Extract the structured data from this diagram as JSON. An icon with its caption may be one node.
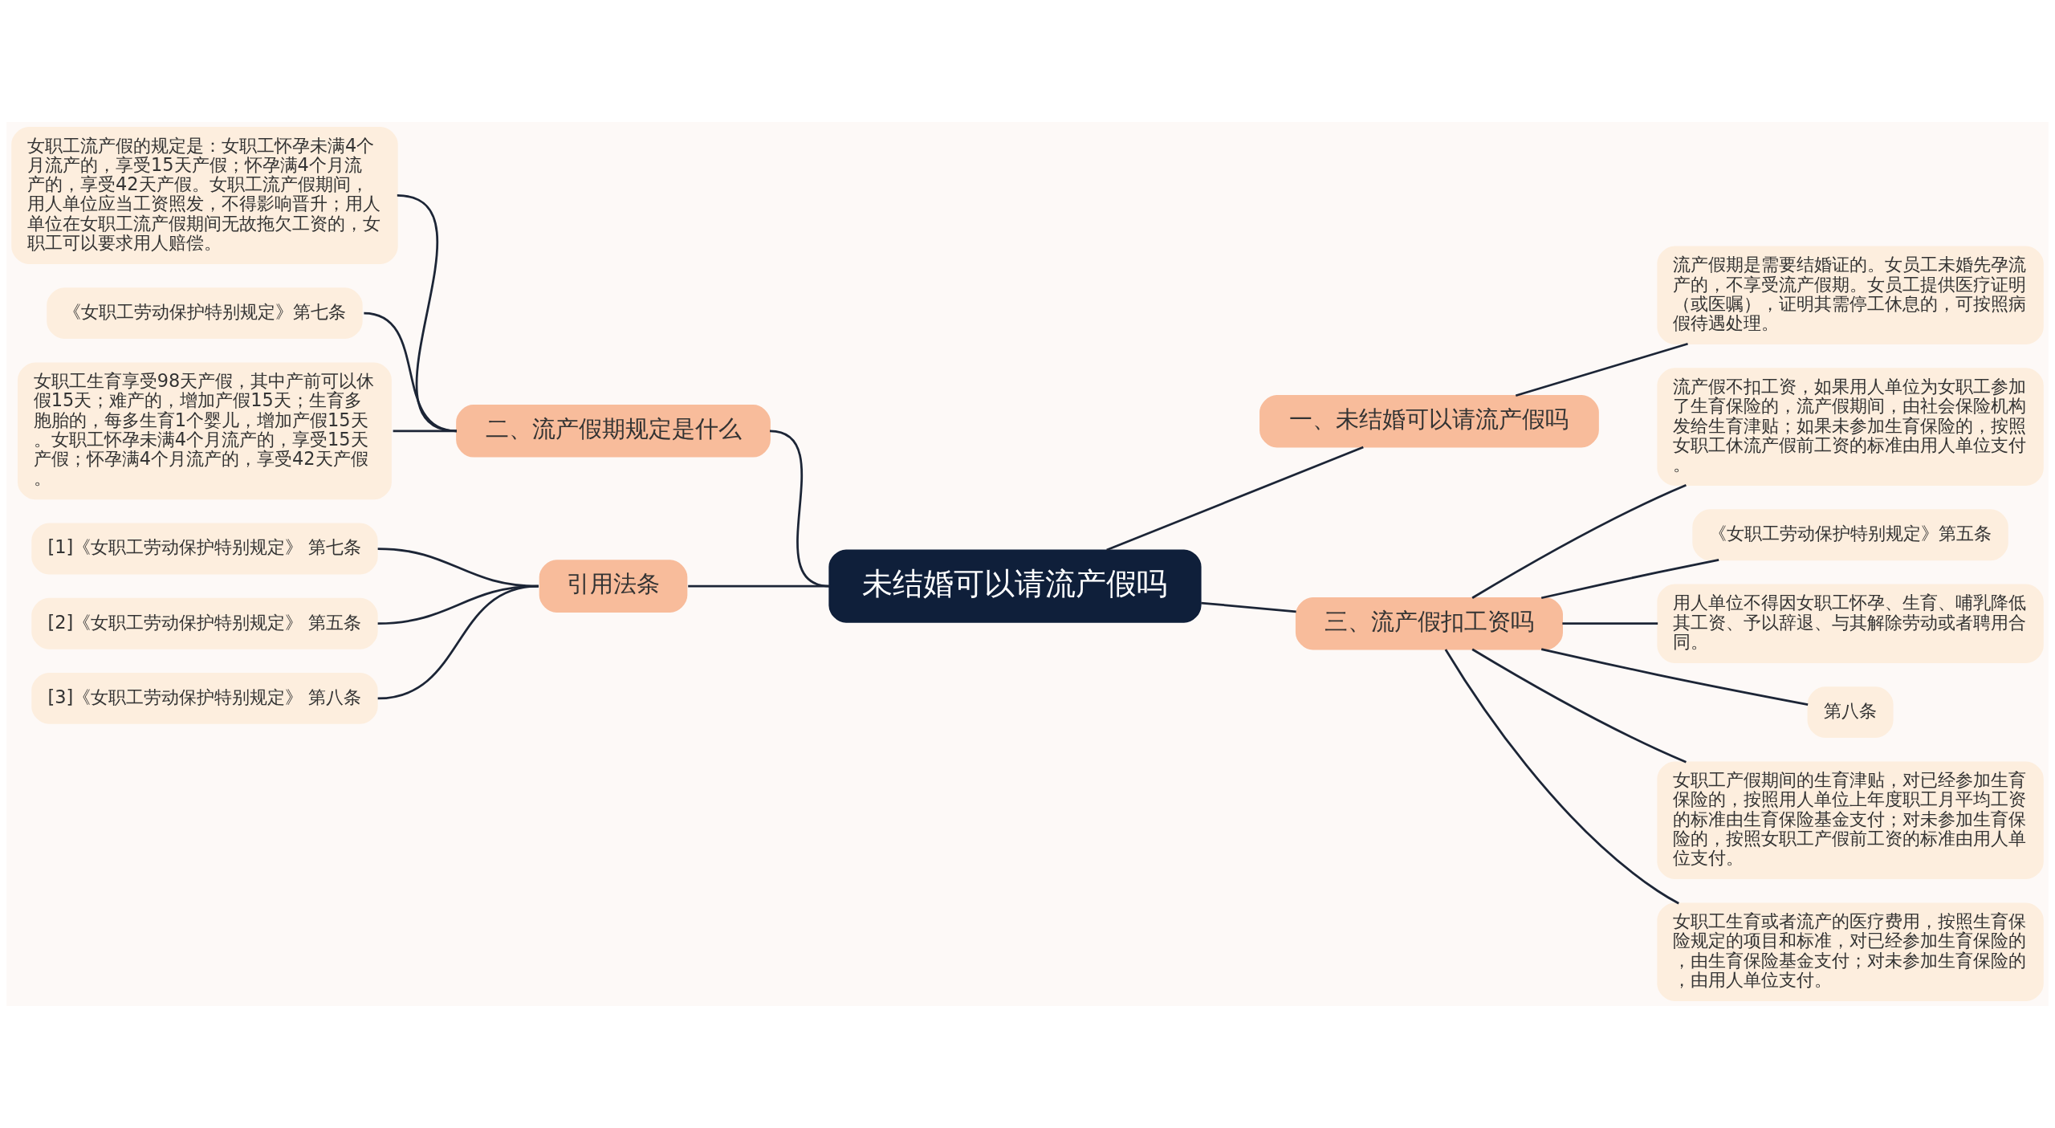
{
  "diagram": {
    "nodes": [
      {
        "text": [
          "未结婚可以请流产假吗"
        ]
      },
      {
        "text": [
          "一、未结婚可以请流产假吗"
        ]
      },
      {
        "text": [
          "流产假期是需要结婚证的。女员工未婚先孕流产的，不享受流产假期。女员工提供医疗证明（或医嘱），证明其需停工休息的，可按照病假待遇处理。"
        ]
      },
      {
        "text": [
          "二、流产假期规定是什么"
        ]
      },
      {
        "text": [
          "女职工流产假的规定是：女职工怀孕未满4个月流产的，享受15天产假；怀孕满4个月流产的，享受42天产假。女职工流产假期间，用人单位应当工资照发，不得影响晋升；用人单位在女职工流产假期间无故拖欠工资的，女职工可以要求用人赔偿。"
        ]
      },
      {
        "text": [
          "《女职工劳动保护特别规定》第七条"
        ]
      },
      {
        "text": [
          "女职工生育享受98天产假，其中产前可以休假15天；难产的，增加产假15天；生育多胞胎的，每多生育1个婴儿，增加产假15天。女职工怀孕未满4个月流产的，享受15天产假；怀孕满4个月流产的，享受42天产假。"
        ]
      },
      {
        "text": [
          "三、流产假扣工资吗"
        ]
      },
      {
        "text": [
          "流产假不扣工资，如果用人单位为女职工参加了生育保险的，流产假期间，由社会保险机构发给生育津贴；如果未参加生育保险的，按照女职工休流产假前工资的标准由用人单位支付。"
        ]
      },
      {
        "text": [
          "《女职工劳动保护特别规定》第五条"
        ]
      },
      {
        "text": [
          "用人单位不得因女职工怀孕、生育、哺乳降低其工资、予以辞退、与其解除劳动或者聘用合同。"
        ]
      },
      {
        "text": [
          "第八条"
        ]
      },
      {
        "text": [
          "女职工产假期间的生育津贴，对已经参加生育保险的，按照用人单位上年度职工月平均工资的标准由生育保险基金支付；对未参加生育保险的，按照女职工产假前工资的标准由用人单位支付。"
        ]
      },
      {
        "text": [
          "女职工生育或者流产的医疗费用，按照生育保险规定的项目和标准，对已经参加生育保险的，由生育保险基金支付；对未参加生育保险的，由用人单位支付。"
        ]
      },
      {
        "text": [
          "引用法条"
        ]
      },
      {
        "text": [
          "[1]《女职工劳动保护特别规定》 第七条"
        ]
      },
      {
        "text": [
          "[2]《女职工劳动保护特别规定》 第五条"
        ]
      },
      {
        "text": [
          "[3]《女职工劳动保护特别规定》 第八条"
        ]
      }
    ],
    "edges": [
      {
        "from": 0,
        "to": 1,
        "arrow": "none"
      },
      {
        "from": 1,
        "to": 2,
        "arrow": "none"
      },
      {
        "from": 0,
        "to": 3,
        "arrow": "none"
      },
      {
        "from": 3,
        "to": 4,
        "arrow": "none"
      },
      {
        "from": 3,
        "to": 5,
        "arrow": "none"
      },
      {
        "from": 3,
        "to": 6,
        "arrow": "none"
      },
      {
        "from": 0,
        "to": 7,
        "arrow": "none"
      },
      {
        "from": 7,
        "to": 8,
        "arrow": "none"
      },
      {
        "from": 7,
        "to": 9,
        "arrow": "none"
      },
      {
        "from": 7,
        "to": 10,
        "arrow": "none"
      },
      {
        "from": 7,
        "to": 11,
        "arrow": "none"
      },
      {
        "from": 7,
        "to": 12,
        "arrow": "none"
      },
      {
        "from": 7,
        "to": 13,
        "arrow": "none"
      },
      {
        "from": 0,
        "to": 14,
        "arrow": "none"
      },
      {
        "from": 14,
        "to": 15,
        "arrow": "none"
      },
      {
        "from": 14,
        "to": 16,
        "arrow": "none"
      },
      {
        "from": 14,
        "to": 17,
        "arrow": "none"
      }
    ]
  }
}
